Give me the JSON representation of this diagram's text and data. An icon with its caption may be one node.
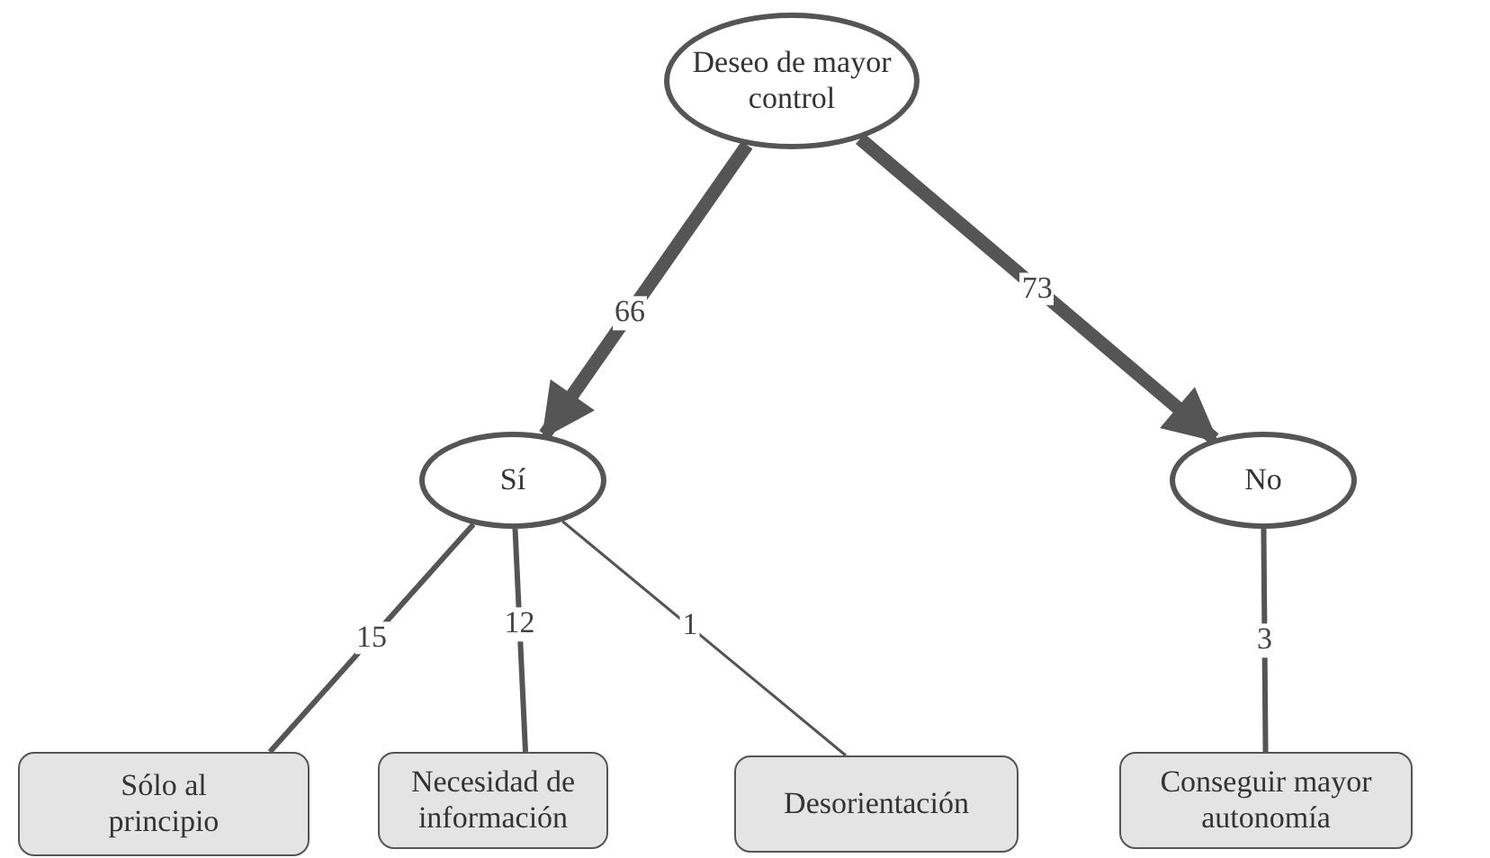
{
  "diagram": {
    "nodes": [
      {
        "text": [
          "Deseo de mayor control"
        ]
      },
      {
        "text": [
          "Sí"
        ]
      },
      {
        "text": [
          "No"
        ]
      },
      {
        "text": [
          "Sólo al principio"
        ]
      },
      {
        "text": [
          "Necesidad de información"
        ]
      },
      {
        "text": [
          "Desorientación"
        ]
      },
      {
        "text": [
          "Conseguir mayor autonomía"
        ]
      }
    ],
    "edges": [
      {
        "from": 0,
        "to": 1,
        "arrow": "to",
        "label": "66",
        "style": "thick"
      },
      {
        "from": 0,
        "to": 2,
        "arrow": "to",
        "label": "73",
        "style": "thick"
      },
      {
        "from": 1,
        "to": 3,
        "arrow": "none",
        "label": "15"
      },
      {
        "from": 1,
        "to": 4,
        "arrow": "none",
        "label": "12"
      },
      {
        "from": 1,
        "to": 5,
        "arrow": "none",
        "label": "1"
      },
      {
        "from": 2,
        "to": 6,
        "arrow": "none",
        "label": "3"
      }
    ]
  }
}
